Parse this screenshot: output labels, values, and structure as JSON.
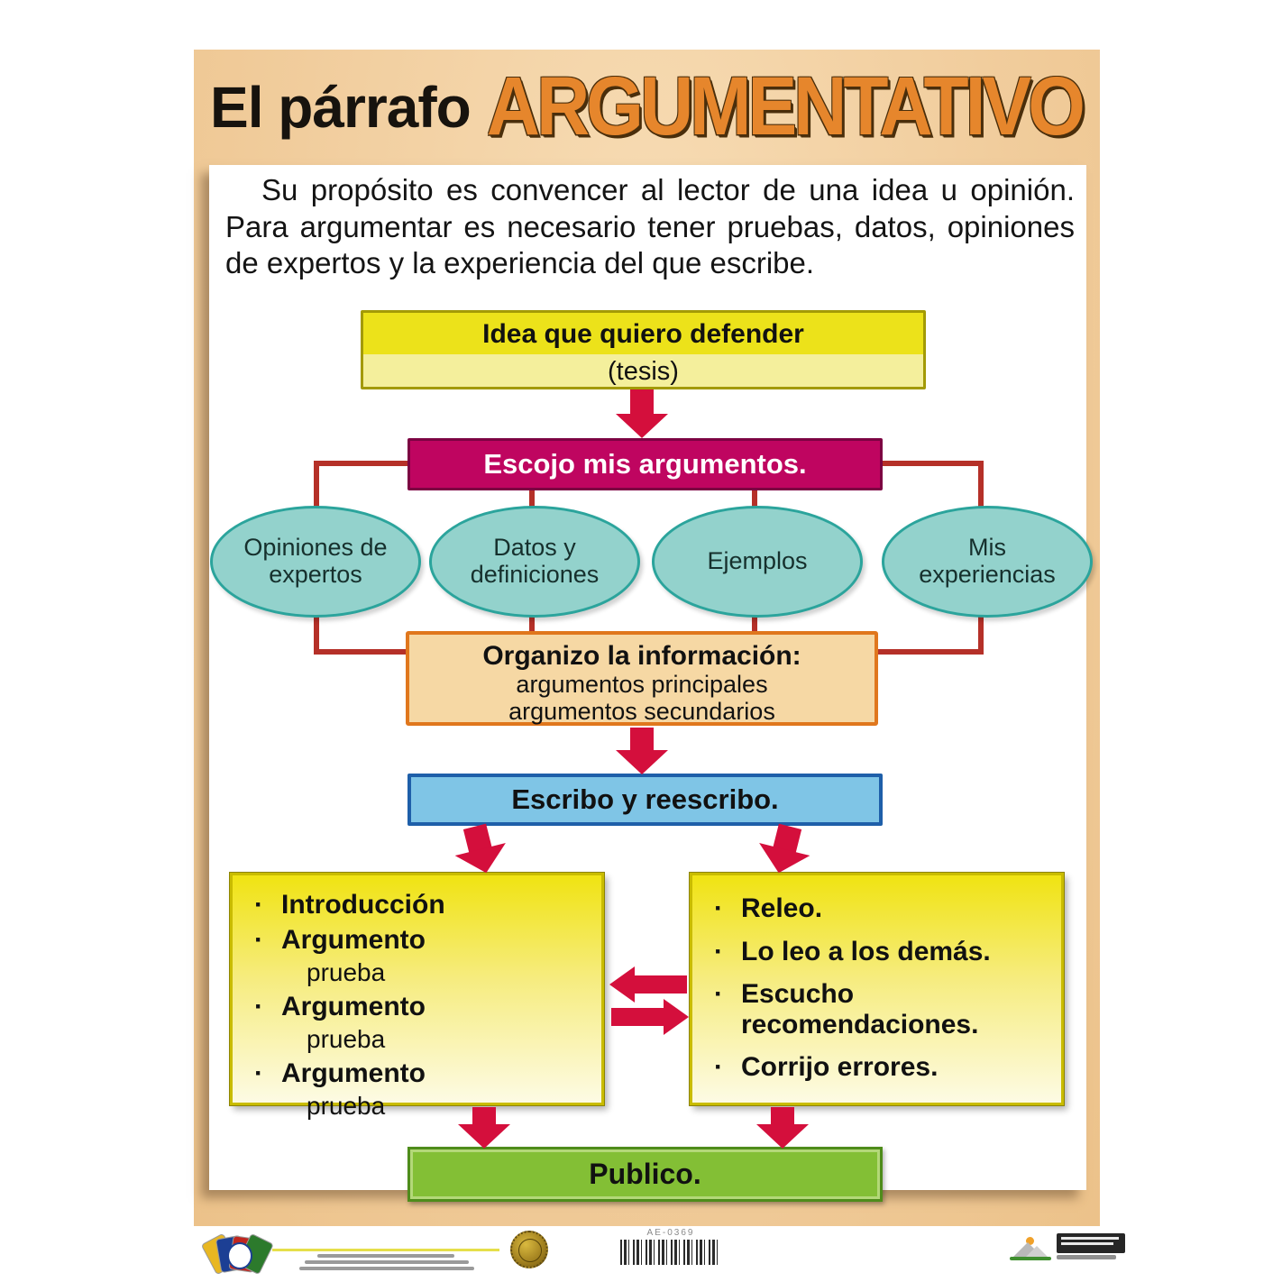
{
  "poster": {
    "title_black": "El párrafo",
    "title_orange": "ARGUMENTATIVO",
    "intro": "Su propósito es convencer al lector de una idea u opinión. Para argumentar es necesario tener pruebas, datos, opiniones de expertos y la experiencia del que escribe."
  },
  "flowchart": {
    "idea": {
      "title": "Idea que quiero defender",
      "subtitle": "(tesis)"
    },
    "choose": {
      "label": "Escojo mis argumentos."
    },
    "sources": [
      {
        "label": "Opiniones de expertos"
      },
      {
        "label": "Datos y definiciones"
      },
      {
        "label": "Ejemplos"
      },
      {
        "label": "Mis experiencias"
      }
    ],
    "organize": {
      "title": "Organizo la información:",
      "line1": "argumentos principales",
      "line2": "argumentos secundarios"
    },
    "write": {
      "label": "Escribo y reescribo."
    },
    "draft": {
      "bullet": "·",
      "items": [
        {
          "main": "Introducción"
        },
        {
          "main": "Argumento",
          "sub": "prueba"
        },
        {
          "main": "Argumento",
          "sub": "prueba"
        },
        {
          "main": "Argumento",
          "sub": "prueba"
        }
      ]
    },
    "review": {
      "bullet": "·",
      "items": [
        {
          "main": "Releo."
        },
        {
          "main": "Lo leo a los demás."
        },
        {
          "main": "Escucho recomendaciones."
        },
        {
          "main": "Corrijo errores."
        }
      ]
    },
    "publish": {
      "label": "Publico."
    }
  },
  "footer": {
    "barcode_label": "AE-0369"
  },
  "colors": {
    "peach_frame": "#f1cd9d",
    "title_orange": "#e6862c",
    "arrow_red": "#d40f3c",
    "connector_red": "#b53028",
    "idea_yellow_top": "#ece21a",
    "idea_yellow_bottom": "#f4ef9c",
    "pink_box": "#bf0560",
    "ellipse_teal": "#93d2cc",
    "organize_tan": "#f6d8a4",
    "organize_border": "#e0771d",
    "write_blue": "#7fc5e6",
    "panel_yellow": "#f0e312",
    "publish_green": "#83bf35"
  }
}
